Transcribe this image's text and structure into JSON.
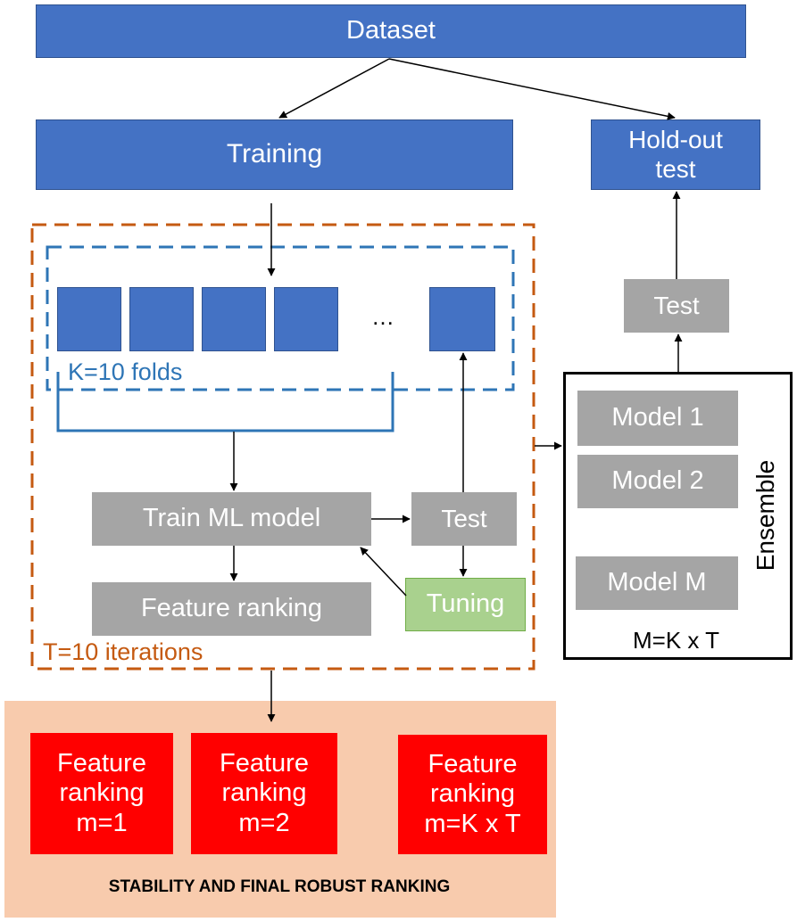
{
  "colors": {
    "blue_box": "#4472c4",
    "gray_box": "#a5a5a5",
    "green_box": "#a9d18e",
    "red_box": "#ff0000",
    "pink_panel": "#f8cbad",
    "orange_dash": "#c55a11",
    "blue_dash": "#2e75b6"
  },
  "nodes": {
    "dataset": "Dataset",
    "training": "Training",
    "holdout": "Hold-out\ntest",
    "ellipsis": "…",
    "kfolds": "K=10 folds",
    "train_ml": "Train ML model",
    "test_inner": "Test",
    "tuning": "Tuning",
    "feature_ranking": "Feature ranking",
    "iterations": "T=10 iterations",
    "test_outer": "Test",
    "model1": "Model 1",
    "model2": "Model 2",
    "modelM": "Model M",
    "ensemble": "Ensemble",
    "m_formula": "M=K x T"
  },
  "rankings": [
    {
      "line1": "Feature",
      "line2": "ranking",
      "line3": "m=1"
    },
    {
      "line1": "Feature",
      "line2": "ranking",
      "line3": "m=2"
    },
    {
      "line1": "Feature",
      "line2": "ranking",
      "line3": "m=K x T"
    }
  ],
  "footer": "STABILITY AND FINAL ROBUST RANKING"
}
